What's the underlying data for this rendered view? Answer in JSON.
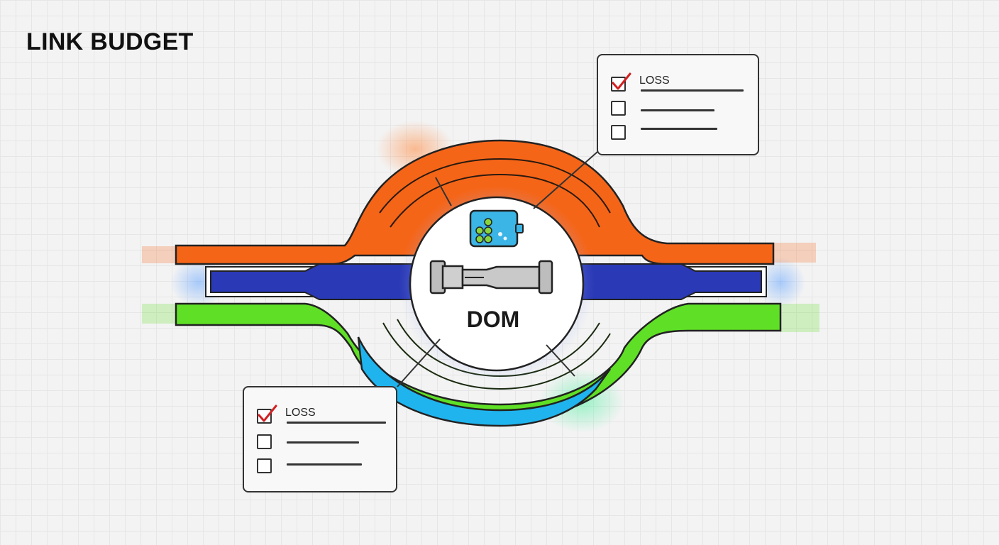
{
  "title": "LINK BUDGET",
  "center": {
    "label": "DOM"
  },
  "callouts": [
    {
      "items": [
        {
          "label": "LOSS",
          "checked": true
        },
        {
          "label": "",
          "checked": false
        },
        {
          "label": "",
          "checked": false
        }
      ]
    },
    {
      "items": [
        {
          "label": "LOSS",
          "checked": true
        },
        {
          "label": "",
          "checked": false
        },
        {
          "label": "",
          "checked": false
        }
      ]
    }
  ],
  "colors": {
    "orange": "#f56518",
    "blue": "#2a39b5",
    "green": "#5fe026",
    "cyan": "#1fb4ee",
    "check": "#d32020",
    "module": "#3bb4e6",
    "led": "#88d63c"
  },
  "icons": [
    "checkmark-icon",
    "sfp-transceiver-icon",
    "fiber-connector-icon"
  ]
}
